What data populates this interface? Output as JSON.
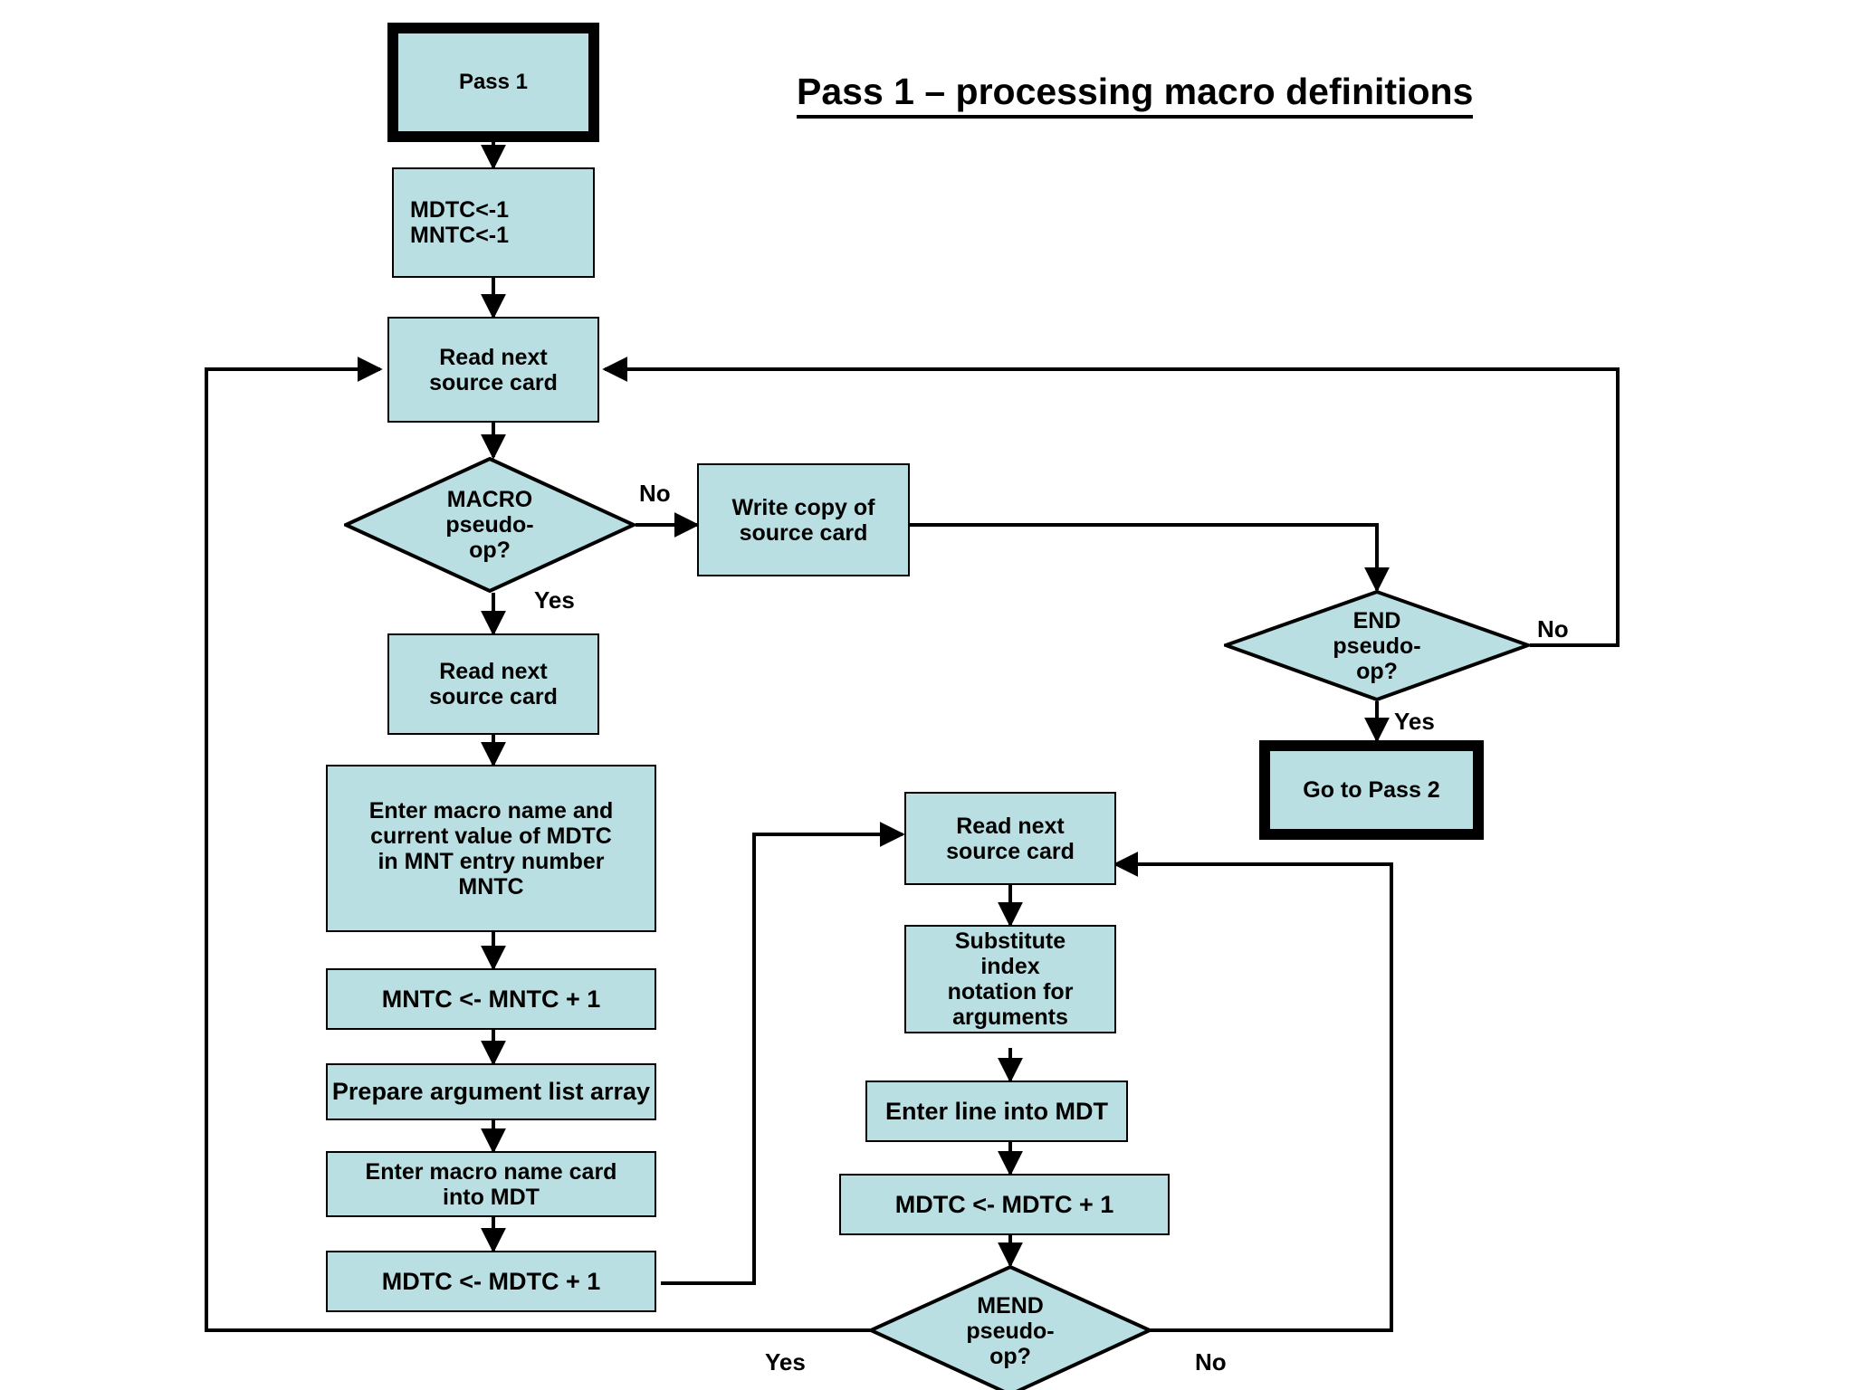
{
  "title": "Pass 1 – processing macro definitions",
  "colors": {
    "node_fill": "#b9dfe2",
    "node_border": "#000000",
    "line": "#000000",
    "text": "#000000",
    "background": "#ffffff"
  },
  "chart_data": {
    "type": "diagram",
    "title": "Pass 1 – processing macro definitions",
    "nodes": [
      {
        "id": "pass1",
        "shape": "terminal",
        "label": "Pass 1"
      },
      {
        "id": "init",
        "shape": "process",
        "label": "MDTC<-1\nMNTC<-1"
      },
      {
        "id": "read1",
        "shape": "process",
        "label": "Read next\nsource card"
      },
      {
        "id": "macro_q",
        "shape": "decision",
        "label": "MACRO\npseudo-\nop?"
      },
      {
        "id": "write_copy",
        "shape": "process",
        "label": "Write copy of\nsource card"
      },
      {
        "id": "end_q",
        "shape": "decision",
        "label": "END\npseudo-\nop?"
      },
      {
        "id": "pass2",
        "shape": "terminal",
        "label": "Go to Pass 2"
      },
      {
        "id": "read2",
        "shape": "process",
        "label": "Read next\nsource card"
      },
      {
        "id": "enter_mnt",
        "shape": "process",
        "label": "Enter macro name and\ncurrent value of MDTC\nin MNT entry number\nMNTC"
      },
      {
        "id": "mntc_inc",
        "shape": "process",
        "label": "MNTC <- MNTC + 1"
      },
      {
        "id": "prep_args",
        "shape": "process",
        "label": "Prepare argument list array"
      },
      {
        "id": "enter_card",
        "shape": "process",
        "label": "Enter macro name card\ninto MDT"
      },
      {
        "id": "mdtc_inc1",
        "shape": "process",
        "label": "MDTC <- MDTC + 1"
      },
      {
        "id": "read3",
        "shape": "process",
        "label": "Read next\nsource card"
      },
      {
        "id": "substitute",
        "shape": "process",
        "label": "Substitute\nindex\nnotation for\narguments"
      },
      {
        "id": "enter_line",
        "shape": "process",
        "label": "Enter line into MDT"
      },
      {
        "id": "mdtc_inc2",
        "shape": "process",
        "label": "MDTC <- MDTC + 1"
      },
      {
        "id": "mend_q",
        "shape": "decision",
        "label": "MEND\npseudo-\nop?"
      }
    ],
    "edges": [
      {
        "from": "pass1",
        "to": "init",
        "label": ""
      },
      {
        "from": "init",
        "to": "read1",
        "label": ""
      },
      {
        "from": "read1",
        "to": "macro_q",
        "label": ""
      },
      {
        "from": "macro_q",
        "to": "write_copy",
        "label": "No"
      },
      {
        "from": "macro_q",
        "to": "read2",
        "label": "Yes"
      },
      {
        "from": "write_copy",
        "to": "end_q",
        "label": ""
      },
      {
        "from": "end_q",
        "to": "read1",
        "label": "No"
      },
      {
        "from": "end_q",
        "to": "pass2",
        "label": "Yes"
      },
      {
        "from": "read2",
        "to": "enter_mnt",
        "label": ""
      },
      {
        "from": "enter_mnt",
        "to": "mntc_inc",
        "label": ""
      },
      {
        "from": "mntc_inc",
        "to": "prep_args",
        "label": ""
      },
      {
        "from": "prep_args",
        "to": "enter_card",
        "label": ""
      },
      {
        "from": "enter_card",
        "to": "mdtc_inc1",
        "label": ""
      },
      {
        "from": "mdtc_inc1",
        "to": "read3",
        "label": ""
      },
      {
        "from": "read3",
        "to": "substitute",
        "label": ""
      },
      {
        "from": "substitute",
        "to": "enter_line",
        "label": ""
      },
      {
        "from": "enter_line",
        "to": "mdtc_inc2",
        "label": ""
      },
      {
        "from": "mdtc_inc2",
        "to": "mend_q",
        "label": ""
      },
      {
        "from": "mend_q",
        "to": "read1",
        "label": "Yes"
      },
      {
        "from": "mend_q",
        "to": "read3",
        "label": "No"
      }
    ]
  },
  "nodes": {
    "pass1": {
      "label": "Pass 1"
    },
    "init": {
      "label": "MDTC<-1\nMNTC<-1"
    },
    "read1": {
      "label": "Read next\nsource card"
    },
    "macro_q": {
      "label": "MACRO\npseudo-\nop?"
    },
    "write_copy": {
      "label": "Write copy of\nsource card"
    },
    "end_q": {
      "label": "END\npseudo-\nop?"
    },
    "pass2": {
      "label": "Go to Pass 2"
    },
    "read2": {
      "label": "Read next\nsource card"
    },
    "enter_mnt": {
      "label": "Enter macro name and\ncurrent value of MDTC\nin MNT entry number\nMNTC"
    },
    "mntc_inc": {
      "label": "MNTC <- MNTC + 1"
    },
    "prep_args": {
      "label": "Prepare argument list array"
    },
    "enter_card": {
      "label": "Enter macro name card\ninto MDT"
    },
    "mdtc_inc1": {
      "label": "MDTC <- MDTC + 1"
    },
    "read3": {
      "label": "Read next\nsource card"
    },
    "substitute": {
      "label": "Substitute\nindex\nnotation for\narguments"
    },
    "enter_line": {
      "label": "Enter line into MDT"
    },
    "mdtc_inc2": {
      "label": "MDTC <- MDTC + 1"
    },
    "mend_q": {
      "label": "MEND\npseudo-\nop?"
    }
  },
  "labels": {
    "macro_no": "No",
    "macro_yes": "Yes",
    "end_no": "No",
    "end_yes": "Yes",
    "mend_yes": "Yes",
    "mend_no": "No"
  }
}
